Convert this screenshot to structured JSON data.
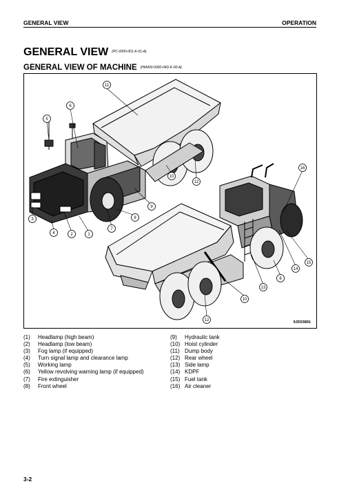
{
  "header": {
    "left": "GENERAL VIEW",
    "right": "OPERATION"
  },
  "title": {
    "main": "GENERAL VIEW",
    "ref": "(PC-0000-001-K-01-A)"
  },
  "subtitle": {
    "main": "GENERAL VIEW OF MACHINE",
    "ref": "(HM400-0000-04D-K-00-A)"
  },
  "figure": {
    "code": "9JD03891",
    "callouts": [
      "1",
      "2",
      "3",
      "4",
      "5",
      "6",
      "7",
      "8",
      "9",
      "10",
      "11",
      "12",
      "13",
      "14",
      "15",
      "16"
    ]
  },
  "legend_left": [
    {
      "num": "(1)",
      "text": "Headlamp (high beam)"
    },
    {
      "num": "(2)",
      "text": "Headlamp (low beam)"
    },
    {
      "num": "(3)",
      "text": "Fog lamp (if equipped)"
    },
    {
      "num": "(4)",
      "text": "Turn signal lamp and clearance lamp"
    },
    {
      "num": "(5)",
      "text": "Working lamp"
    },
    {
      "num": "(6)",
      "text": "Yellow revolving warning lamp (if equipped)"
    },
    {
      "num": "(7)",
      "text": "Fire extinguisher"
    },
    {
      "num": "(8)",
      "text": "Front wheel"
    }
  ],
  "legend_right": [
    {
      "num": "(9)",
      "text": "Hydraulic tank"
    },
    {
      "num": "(10)",
      "text": "Hoist cylinder"
    },
    {
      "num": "(11)",
      "text": "Dump body"
    },
    {
      "num": "(12)",
      "text": "Rear wheel"
    },
    {
      "num": "(13)",
      "text": "Side lamp"
    },
    {
      "num": "(14)",
      "text": "KDPF"
    },
    {
      "num": "(15)",
      "text": "Fuel tank"
    },
    {
      "num": "(16)",
      "text": "Air cleaner"
    }
  ],
  "page_number": "3-2"
}
